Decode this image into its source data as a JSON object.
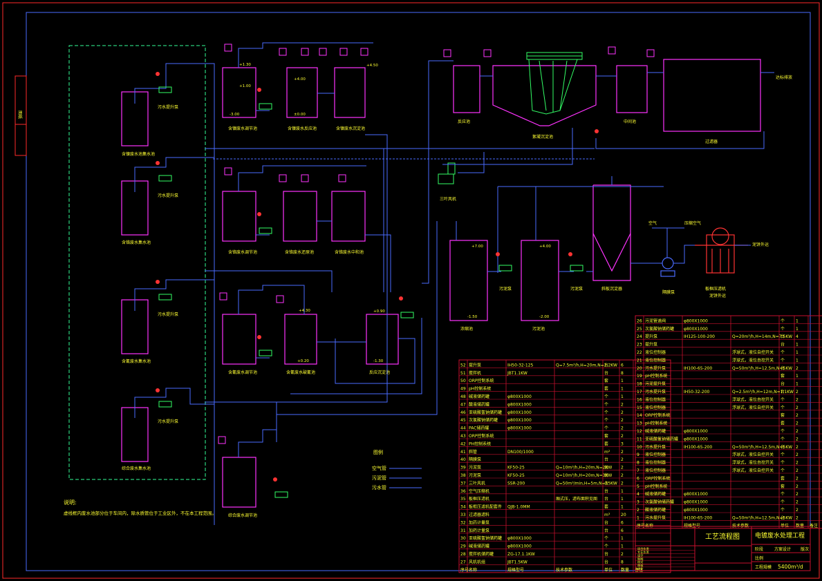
{
  "title_block": {
    "drawing_name": "工艺流程图",
    "project_name": "电镀废水处理工程",
    "capacity": "5400m³/d",
    "row_labels": [
      "项目负责",
      "专业负责",
      "设计",
      "制图",
      "校对",
      "审核",
      "审定"
    ],
    "sub_labels": [
      "阶段",
      "方案设计",
      "版次",
      "比例",
      "工程规模"
    ]
  },
  "notes": {
    "title": "说明:",
    "text": "虚线框内废水池部分位于车间内，除水质管位于工业区外，不在本工程范围。"
  },
  "legend": {
    "title": "图例",
    "items": [
      {
        "label": "空气管",
        "color": "#4a6bff"
      },
      {
        "label": "污泥管",
        "color": "#4a6bff"
      },
      {
        "label": "污水管",
        "color": "#4a6bff"
      }
    ]
  },
  "labels": {
    "tank_left_1": "含镍废水池集水池",
    "tank_left_2": "含铬废水集水池",
    "tank_left_3": "含氰废水集水池",
    "tank_left_4": "综合废水集水池",
    "pump_label": "污水提升泵",
    "tank_row1_a": "含镍废水调节池",
    "tank_row1_b": "含镍废水反应池",
    "tank_row1_c": "含镍废水沉淀池",
    "tank_row2_a": "含铬废水调节池",
    "tank_row2_b": "含铬废水还原池",
    "tank_row2_c": "含铬废水中和池",
    "tank_row3_a": "含氰废水调节池",
    "tank_row3_b": "含氰废水破氰池",
    "tank_row3_c": "反应沉淀池",
    "tank_row4_a": "综合废水调节池",
    "clarifier": "絮凝沉淀池",
    "mix_tank": "反应池",
    "mid_tank": "中间池",
    "filter": "过滤器",
    "dosing": "三叶风机",
    "sludge_tank_1": "浓缩池",
    "sludge_tank_2": "污泥池",
    "pump_1": "污泥泵",
    "pump_2": "污泥泵",
    "thickener": "斜板沉淀器",
    "press_pump": "隔膜泵",
    "filter_press": "板框压滤机",
    "filter_press_sub": "泥饼外运",
    "air_1": "空气",
    "air_2": "压缩空气",
    "outlet": "泥饼外运",
    "outflow": "达标排放",
    "frame_tag": "图纸"
  },
  "levels": [
    "+1.30",
    "+1.00",
    "-3.00",
    "+4.00",
    "±0.00",
    "+4.50",
    "+4.30",
    "+0.20",
    "-1.30",
    "+4.00",
    "-1.50",
    "-2.00",
    "+0.90",
    "+7.00"
  ],
  "table_left": {
    "headers": [
      "序号",
      "名称",
      "规格型号",
      "技术参数",
      "单位",
      "数量",
      "备注"
    ],
    "rows": [
      [
        "52",
        "提升泵",
        "IH50-32-125",
        "Q=7.5m³/h,H=20m,N=2.2KW",
        "台",
        "6",
        ""
      ],
      [
        "51",
        "搅拌机",
        "JBT1.1KW",
        "",
        "台",
        "8",
        ""
      ],
      [
        "50",
        "ORP控制系统",
        "",
        "",
        "套",
        "1",
        ""
      ],
      [
        "49",
        "pH控制系统",
        "",
        "",
        "套",
        "1",
        ""
      ],
      [
        "48",
        "碱液储药罐",
        "φ800X1000",
        "",
        "个",
        "1",
        ""
      ],
      [
        "47",
        "酸液储药罐",
        "φ800X1000",
        "",
        "个",
        "2",
        ""
      ],
      [
        "46",
        "亚硫酸氢钠储药罐",
        "φ800X1000",
        "",
        "个",
        "2",
        ""
      ],
      [
        "45",
        "次氯酸钠储药罐",
        "φ800X1000",
        "",
        "个",
        "2",
        ""
      ],
      [
        "44",
        "PAC储药罐",
        "φ800X1000",
        "",
        "个",
        "2",
        ""
      ],
      [
        "43",
        "ORP控制系统",
        "",
        "",
        "套",
        "2",
        ""
      ],
      [
        "42",
        "PH控制系统",
        "",
        "",
        "套",
        "3",
        ""
      ],
      [
        "41",
        "斜管",
        "DN100/1000",
        "",
        "m²",
        "2",
        ""
      ],
      [
        "40",
        "隔膜泵",
        "",
        "",
        "台",
        "2",
        ""
      ],
      [
        "39",
        "污泥泵",
        "KF50-25",
        "Q=10m³/h,H=20m,N=2KW",
        "台",
        "2",
        ""
      ],
      [
        "38",
        "污泥泵",
        "KF50-25",
        "Q=10m³/h,H=20m,N=3KW",
        "台",
        "2",
        ""
      ],
      [
        "37",
        "三叶风机",
        "SSR-200",
        "Q=50m³/min,H=5m,N=15KW",
        "台",
        "2",
        ""
      ],
      [
        "36",
        "空气压缩机",
        "",
        "",
        "台",
        "1",
        ""
      ],
      [
        "35",
        "板框压滤机",
        "",
        "厢式压，滤布面积见图",
        "台",
        "1",
        ""
      ],
      [
        "34",
        "板框压滤机配套件",
        "QJB-1.0MM",
        "",
        "套",
        "1",
        ""
      ],
      [
        "33",
        "过滤器滤料",
        "",
        "",
        "m³",
        "20",
        ""
      ],
      [
        "32",
        "加药计量泵",
        "",
        "",
        "台",
        "6",
        ""
      ],
      [
        "31",
        "加药计量泵",
        "",
        "",
        "台",
        "6",
        ""
      ],
      [
        "30",
        "亚硫酸氢钠储药罐",
        "φ800X1000",
        "",
        "个",
        "1",
        ""
      ],
      [
        "29",
        "碱液储药罐",
        "φ800X1000",
        "",
        "个",
        "1",
        ""
      ],
      [
        "28",
        "搅拌机储药罐",
        "ZG-17.1.1KW",
        "",
        "台",
        "2",
        ""
      ],
      [
        "27",
        "风机机组",
        "JBT1.5KW",
        "",
        "台",
        "8",
        ""
      ]
    ]
  },
  "table_right": {
    "headers": [
      "序号",
      "名称",
      "规格型号",
      "技术参数",
      "单位",
      "数量",
      "备注"
    ],
    "rows": [
      [
        "26",
        "污泥管道阀",
        "φ800X1000",
        "",
        "个",
        "1",
        ""
      ],
      [
        "25",
        "次氯酸钠储药罐",
        "φ800X1000",
        "",
        "个",
        "1",
        ""
      ],
      [
        "24",
        "提升泵",
        "IH125-100-200",
        "Q=20m³/h,H=14m,N=7.5KW",
        "台",
        "4",
        ""
      ],
      [
        "23",
        "提升泵",
        "",
        "",
        "台",
        "1",
        ""
      ],
      [
        "22",
        "液位控制器",
        "",
        "浮球式，液位自控开关",
        "个",
        "1",
        ""
      ],
      [
        "21",
        "液位控制器",
        "",
        "浮球式，液位自控开关",
        "个",
        "1",
        ""
      ],
      [
        "20",
        "污水提升泵",
        "IH100-65-200",
        "Q=50m³/h,H=12.5m,N=5KW",
        "台",
        "2",
        ""
      ],
      [
        "19",
        "pH控制系统",
        "",
        "",
        "套",
        "1",
        ""
      ],
      [
        "18",
        "污泥提升泵",
        "",
        "",
        "台",
        "1",
        ""
      ],
      [
        "17",
        "污水提升泵",
        "IH50-32-200",
        "Q=2.5m³/h,H=12m,N=1.1KW",
        "台",
        "2",
        ""
      ],
      [
        "16",
        "液位控制器",
        "",
        "浮球式，液位自控开关",
        "个",
        "2",
        ""
      ],
      [
        "15",
        "液位控制器",
        "",
        "浮球式，液位自控开关",
        "个",
        "2",
        ""
      ],
      [
        "14",
        "ORP控制系统",
        "",
        "",
        "套",
        "2",
        ""
      ],
      [
        "13",
        "pH控制系统",
        "",
        "",
        "套",
        "2",
        ""
      ],
      [
        "12",
        "碱液储药罐",
        "φ800X1000",
        "",
        "个",
        "2",
        ""
      ],
      [
        "11",
        "亚硫酸氢钠储药罐",
        "φ800X1000",
        "",
        "个",
        "2",
        ""
      ],
      [
        "10",
        "污水提升泵",
        "IH100-65-200",
        "Q=50m³/h,H=12.5m,N=5KW",
        "台",
        "2",
        ""
      ],
      [
        "9",
        "液位控制器",
        "",
        "浮球式，液位自控开关",
        "个",
        "2",
        ""
      ],
      [
        "8",
        "液位控制器",
        "",
        "浮球式，液位自控开关",
        "个",
        "2",
        ""
      ],
      [
        "7",
        "液位控制器",
        "",
        "浮球式，液位自控开关",
        "个",
        "2",
        ""
      ],
      [
        "6",
        "ORP控制系统",
        "",
        "",
        "套",
        "2",
        ""
      ],
      [
        "5",
        "pH控制系统",
        "",
        "",
        "套",
        "2",
        ""
      ],
      [
        "4",
        "碱液储药罐",
        "φ800X1000",
        "",
        "个",
        "2",
        ""
      ],
      [
        "3",
        "次氯酸钠储药罐",
        "φ800X1000",
        "",
        "个",
        "2",
        ""
      ],
      [
        "2",
        "酸液储药罐",
        "φ800X1000",
        "",
        "个",
        "2",
        ""
      ],
      [
        "1",
        "污水提升泵",
        "IH100-65-200",
        "Q=50m³/h,H=12.5m,N=5KW",
        "台",
        "2",
        ""
      ]
    ]
  },
  "colors": {
    "frame": "#ff2a2a",
    "tank": "#ff33ff",
    "pipe": "#4a6bff",
    "equip": "#33ff66",
    "text": "#ffff33",
    "table": "#c8102e"
  }
}
